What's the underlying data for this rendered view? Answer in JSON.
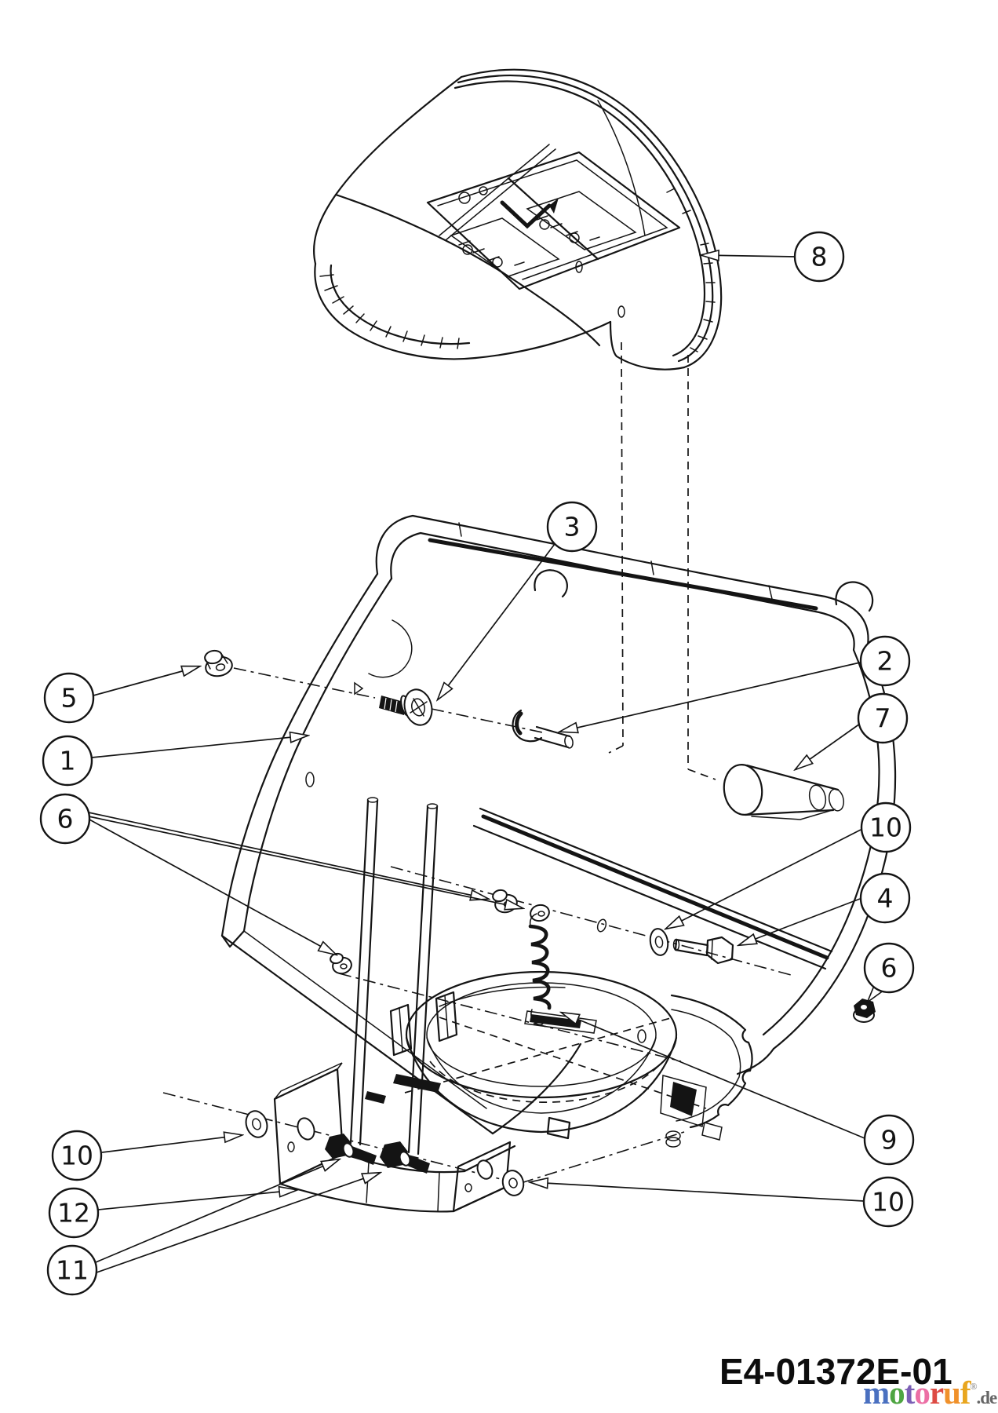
{
  "drawing": {
    "code": "E4-01372E-01",
    "line_color": "#141414",
    "callouts": [
      {
        "number": "8"
      },
      {
        "number": "3"
      },
      {
        "number": "2"
      },
      {
        "number": "7"
      },
      {
        "number": "5"
      },
      {
        "number": "1"
      },
      {
        "number": "6"
      },
      {
        "number": "10"
      },
      {
        "number": "4"
      },
      {
        "number": "6"
      },
      {
        "number": "9"
      },
      {
        "number": "10"
      },
      {
        "number": "12"
      },
      {
        "number": "11"
      },
      {
        "number": "10"
      }
    ]
  },
  "watermark": {
    "letters": [
      {
        "ch": "m",
        "color": "#4a70c0"
      },
      {
        "ch": "o",
        "color": "#4fa542"
      },
      {
        "ch": "t",
        "color": "#7b5fb5"
      },
      {
        "ch": "o",
        "color": "#ec6fa5"
      },
      {
        "ch": "r",
        "color": "#dd4b44"
      },
      {
        "ch": "u",
        "color": "#f0912b"
      },
      {
        "ch": "f",
        "color": "#e9a61f"
      }
    ],
    "registered_mark": "®",
    "suffix": ".de",
    "suffix_color": "#666666"
  }
}
